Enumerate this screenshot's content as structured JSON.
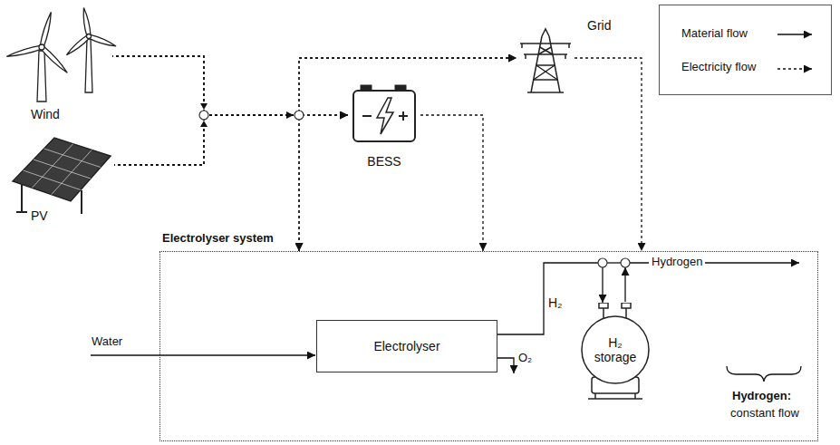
{
  "diagram": {
    "nodes": [
      {
        "text": [
          "Wind"
        ]
      },
      {
        "text": [
          "Grid"
        ]
      },
      {
        "text": [
          "BESS"
        ]
      },
      {
        "text": [
          "PV"
        ]
      },
      {
        "text": [
          "Electrolyser system"
        ]
      },
      {
        "text": [
          "Electrolyser"
        ],
        "in": 4
      },
      {
        "text": [
          "H₂ storage"
        ],
        "in": 4
      }
    ],
    "edges": [
      {
        "from": 0,
        "to": 2,
        "arrow": "to"
      },
      {
        "from": 0,
        "to": 1,
        "arrow": "to"
      },
      {
        "from": 0,
        "to": 4,
        "arrow": "to"
      },
      {
        "from": 3,
        "to": 2,
        "arrow": "to"
      },
      {
        "from": 3,
        "to": 1,
        "arrow": "to"
      },
      {
        "from": 3,
        "to": 4,
        "arrow": "to"
      },
      {
        "from": 2,
        "to": 4,
        "arrow": "to"
      },
      {
        "from": 1,
        "to": 4,
        "arrow": "to"
      },
      {
        "from": 5,
        "to": 6,
        "label": "H₂",
        "arrow": "to"
      }
    ],
    "labels": [
      "Water",
      "O₂",
      "Hydrogen",
      "Hydrogen:",
      "constant flow"
    ],
    "legend": [
      {
        "text": "Material flow"
      },
      {
        "text": "Electricity flow"
      }
    ]
  }
}
